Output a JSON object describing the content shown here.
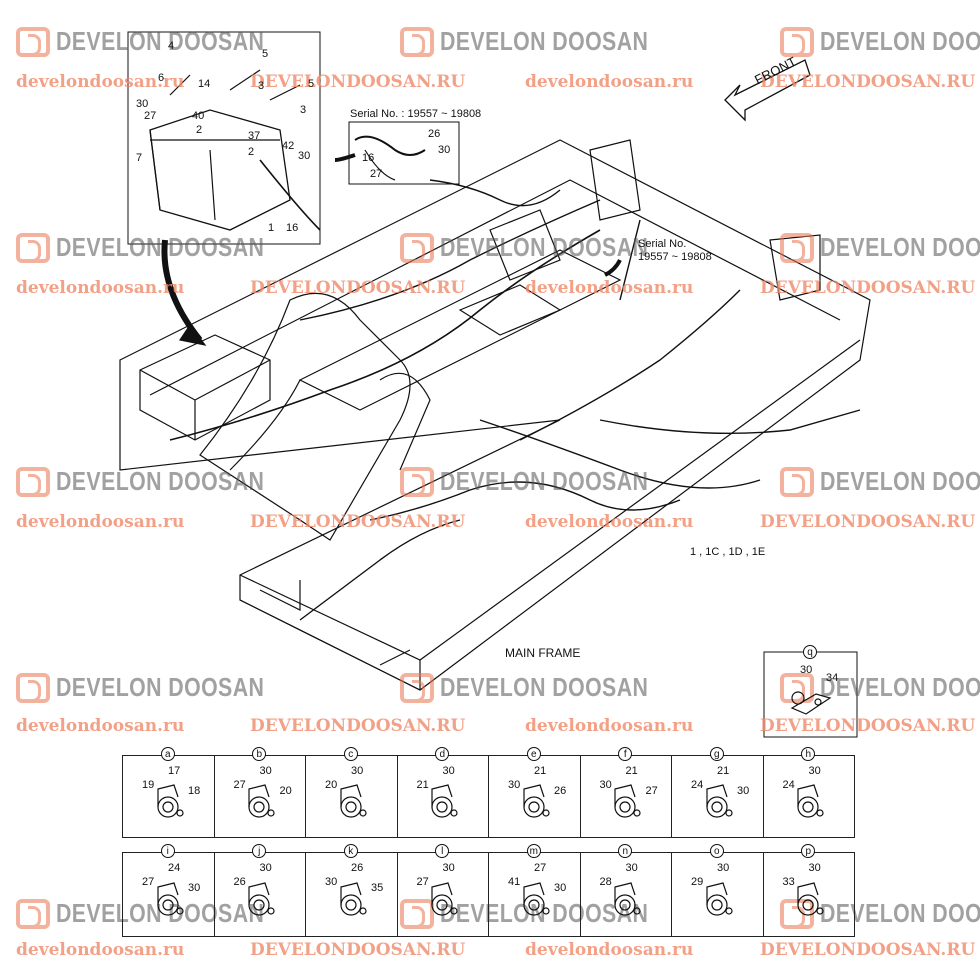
{
  "watermark": {
    "brand": "DEVELON DOOSAN",
    "url_lower": "develondoosan.ru",
    "url_upper": "DEVELONDOOSAN.RU"
  },
  "diagram": {
    "title": "MAIN FRAME",
    "front_label": "FRONT",
    "serial_callout_1": {
      "line1": "Serial No. : 19557 ~ 19808"
    },
    "serial_callout_2": {
      "line1": "Serial No.",
      "line2": "19557 ~ 19808"
    },
    "assembly_label": "1 , 1C , 1D , 1E",
    "battery_numbers": [
      "4",
      "5",
      "6",
      "5",
      "14",
      "3",
      "30",
      "27",
      "40",
      "3",
      "2",
      "37",
      "7",
      "2",
      "42",
      "30",
      "1",
      "16"
    ],
    "serial_inset_numbers": [
      "26",
      "16",
      "30",
      "27"
    ]
  },
  "details_row1": [
    {
      "letter": "a",
      "parts": [
        "19",
        "17",
        "18"
      ]
    },
    {
      "letter": "b",
      "parts": [
        "27",
        "30",
        "20"
      ]
    },
    {
      "letter": "c",
      "parts": [
        "20",
        "30"
      ]
    },
    {
      "letter": "d",
      "parts": [
        "21",
        "30"
      ]
    },
    {
      "letter": "e",
      "parts": [
        "30",
        "21",
        "26"
      ]
    },
    {
      "letter": "f",
      "parts": [
        "30",
        "21",
        "27"
      ]
    },
    {
      "letter": "g",
      "parts": [
        "24",
        "21",
        "30"
      ]
    },
    {
      "letter": "h",
      "parts": [
        "24",
        "30"
      ]
    }
  ],
  "details_row2": [
    {
      "letter": "i",
      "parts": [
        "27",
        "24",
        "30"
      ]
    },
    {
      "letter": "j",
      "parts": [
        "26",
        "30"
      ]
    },
    {
      "letter": "k",
      "parts": [
        "30",
        "26",
        "35"
      ]
    },
    {
      "letter": "l",
      "parts": [
        "27",
        "30"
      ]
    },
    {
      "letter": "m",
      "parts": [
        "41",
        "27",
        "30"
      ]
    },
    {
      "letter": "n",
      "parts": [
        "28",
        "30"
      ]
    },
    {
      "letter": "o",
      "parts": [
        "29",
        "30"
      ]
    },
    {
      "letter": "p",
      "parts": [
        "33",
        "30"
      ]
    }
  ],
  "detail_q": {
    "letter": "q",
    "parts": [
      "30",
      "34"
    ]
  }
}
